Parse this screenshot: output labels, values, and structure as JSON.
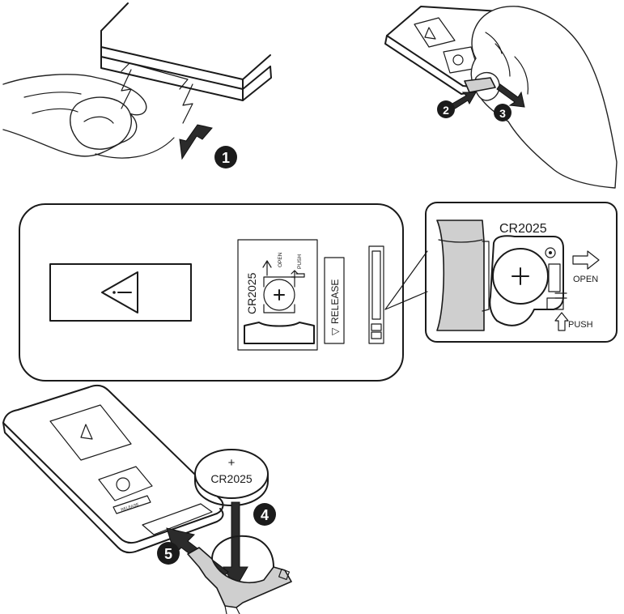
{
  "colors": {
    "line": "#1a1a1a",
    "badge": "#1b1b1b",
    "shade": "#cfcfcf",
    "background": "#ffffff"
  },
  "icons": [
    "warning-triangle-icon",
    "plus-icon",
    "arrow-right-icon",
    "arrow-up-icon",
    "arrow-down-icon"
  ],
  "steps": {
    "step1": "1",
    "step2": "2",
    "step3": "3",
    "step4": "4",
    "step5": "5"
  },
  "remote_back": {
    "battery_model": "CR2025",
    "open_label": "OPEN",
    "push_label": "PUSH",
    "release_label": "RELEASE",
    "release_marker": "▽"
  },
  "detail": {
    "battery_model": "CR2025",
    "open_label": "OPEN",
    "push_label": "PUSH"
  },
  "coin_cell": {
    "polarity": "+",
    "model": "CR2025"
  }
}
